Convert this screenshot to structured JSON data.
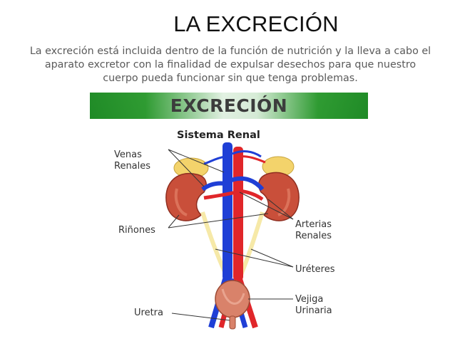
{
  "slide": {
    "title": "LA EXCRECIÓN",
    "body": "La excreción está incluida dentro de la función de nutrición  y la lleva a cabo el aparato excretor con la finalidad de expulsar  desechos para que nuestro cuerpo pueda funcionar sin que   tenga  problemas."
  },
  "figure": {
    "banner": "EXCRECIÓN",
    "subtitle": "Sistema Renal",
    "labels": {
      "venas_renales_1": "Venas",
      "venas_renales_2": "Renales",
      "rinones": "Riñones",
      "arterias_renales_1": "Arterias",
      "arterias_renales_2": "Renales",
      "ureteres": "Uréteres",
      "vejiga_urinaria_1": "Vejiga",
      "vejiga_urinaria_2": "Urinaria",
      "uretra": "Uretra"
    },
    "colors": {
      "vein": "#1f3fd6",
      "artery": "#e0262a",
      "kidney": "#c94f3a",
      "adrenal": "#f3d36b",
      "ureter": "#f6e9a8",
      "bladder": "#d9826a"
    }
  }
}
